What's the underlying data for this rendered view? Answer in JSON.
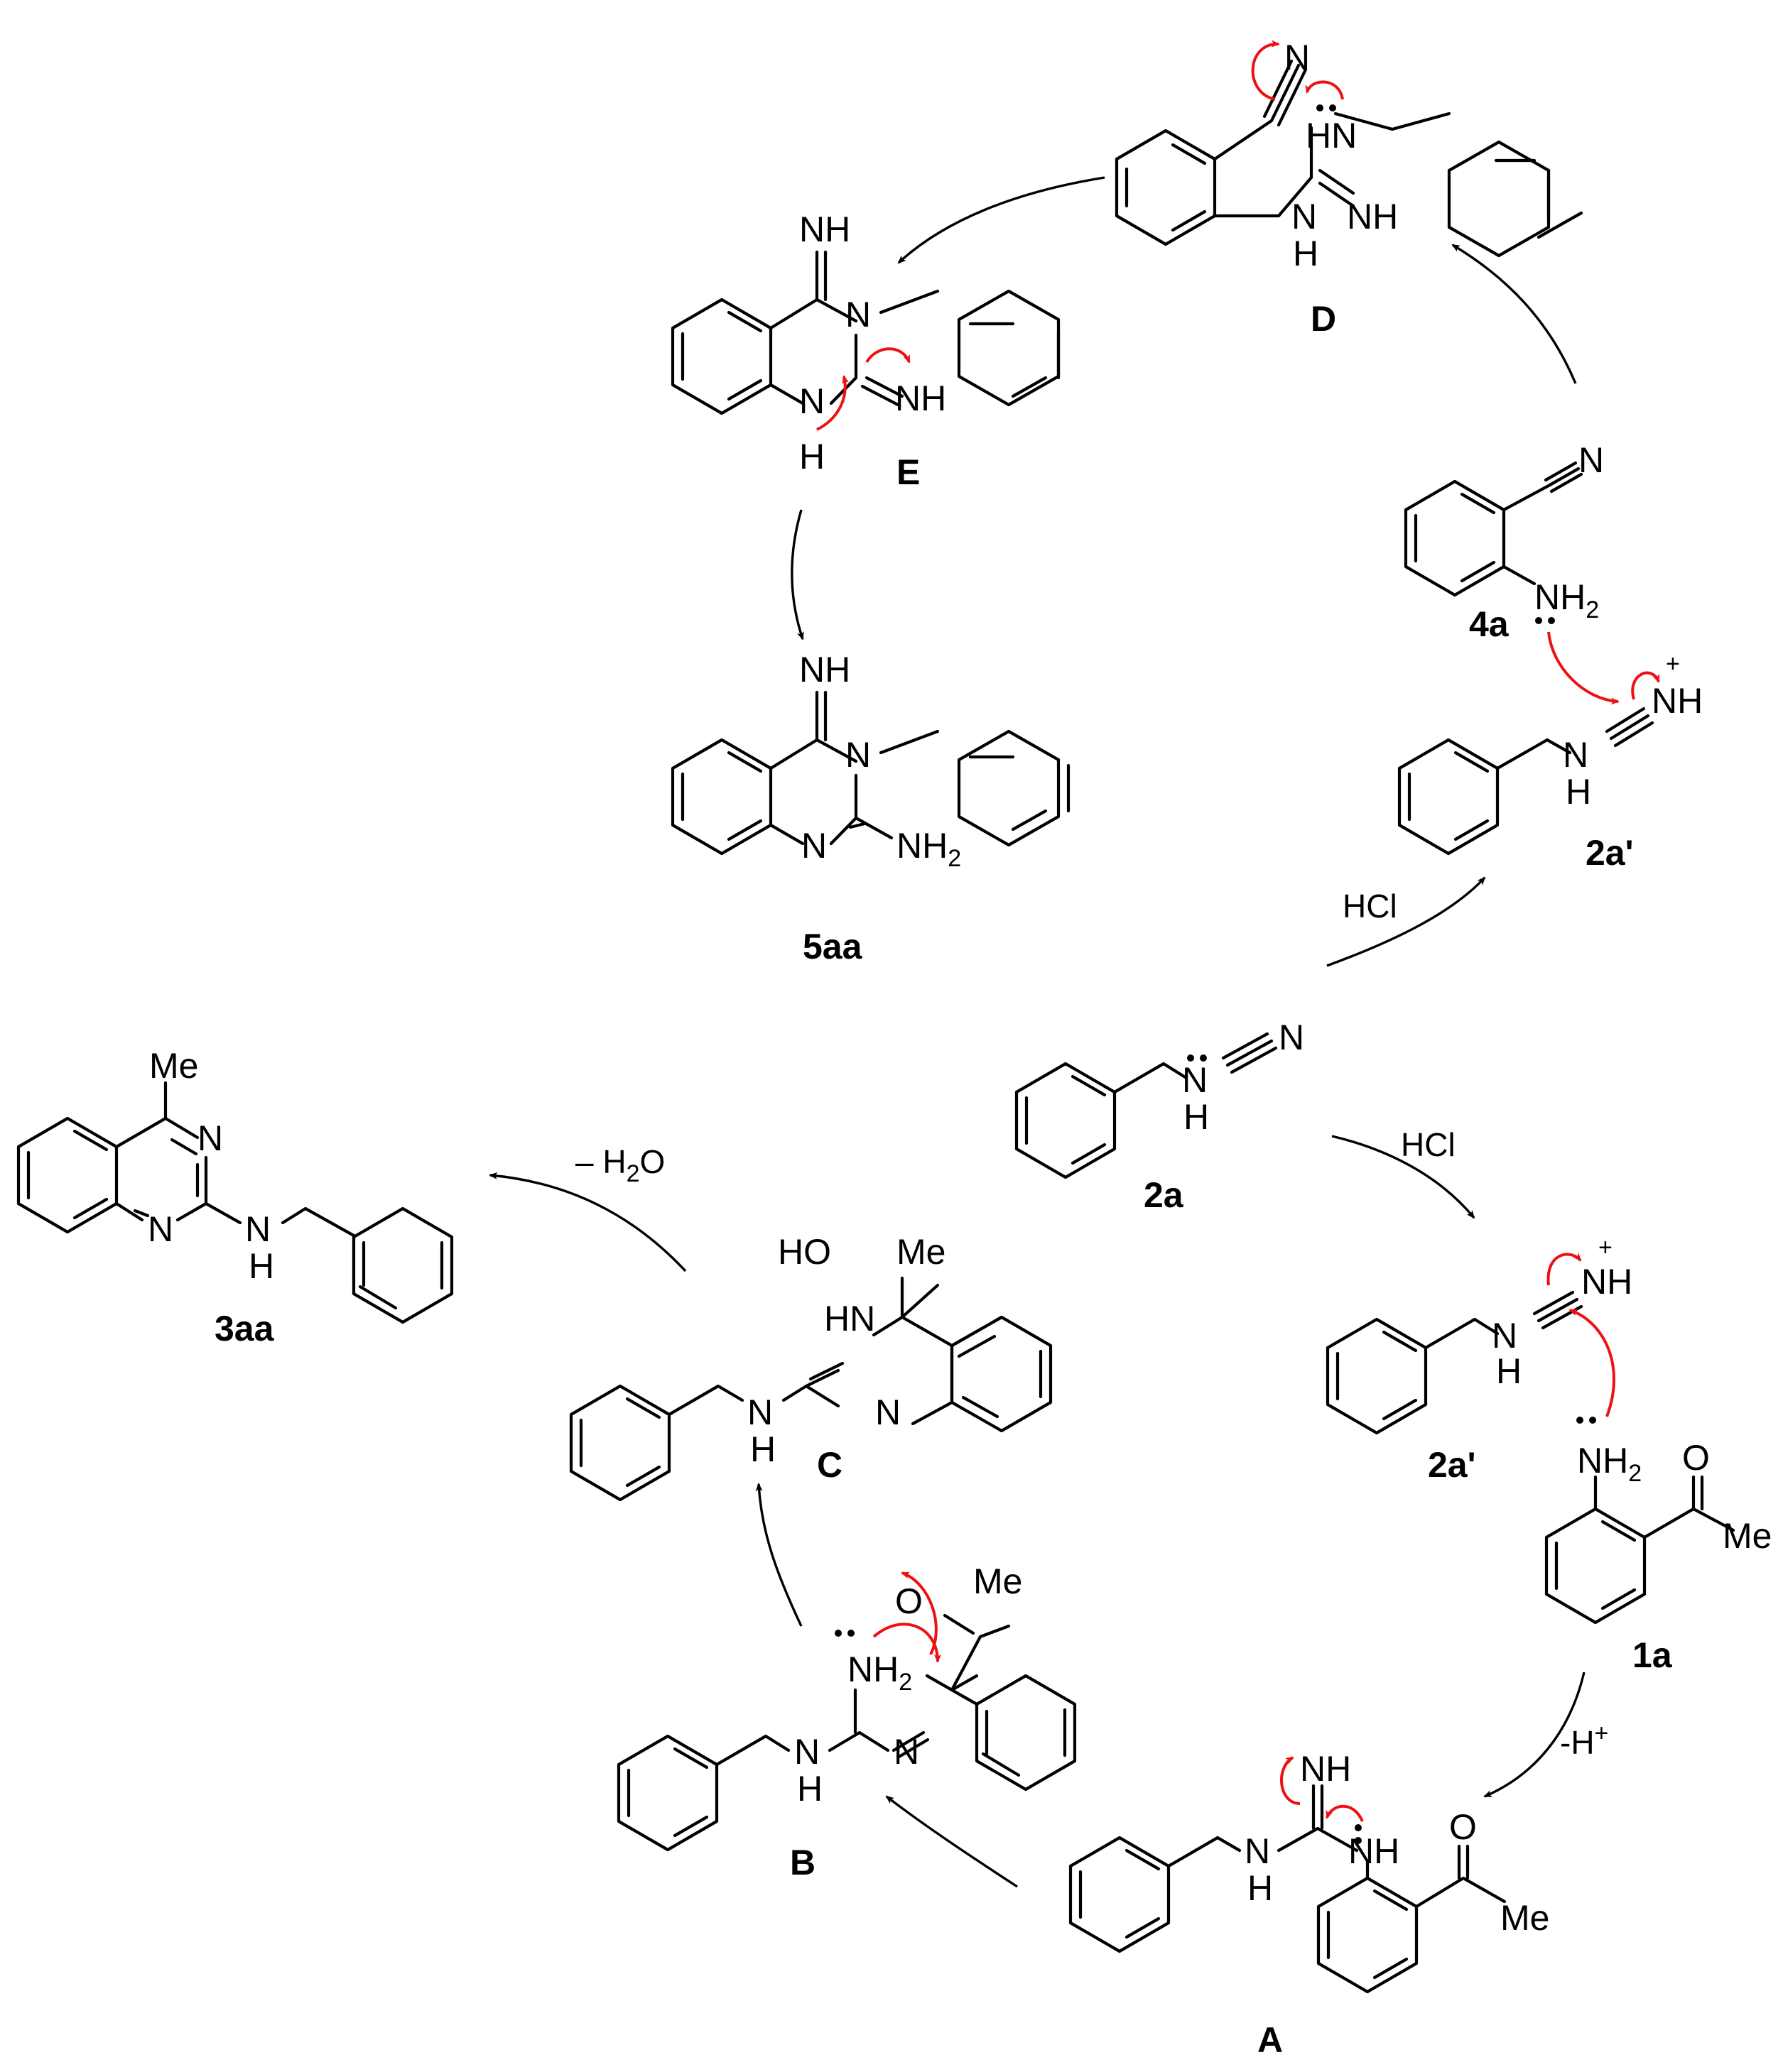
{
  "compounds": {
    "D": {
      "label": "D",
      "atoms": {
        "nitrile_N": "N",
        "NH_top": "HN",
        "NH_bottom": "N",
        "H_bottom": "H",
        "imine": "NH"
      }
    },
    "E": {
      "label": "E",
      "atoms": {
        "imine_top": "NH",
        "N3": "N",
        "N1": "N",
        "H1": "H",
        "imine_right": "NH"
      }
    },
    "5aa": {
      "label": "5aa",
      "atoms": {
        "imine_top": "NH",
        "N3": "N",
        "N1": "N",
        "amine": "NH",
        "amine_sub": "2"
      }
    },
    "4a": {
      "label": "4a",
      "atoms": {
        "nitrile_N": "N",
        "amine": "NH",
        "amine_sub": "2"
      }
    },
    "2a_prime_top": {
      "label": "2a'",
      "atoms": {
        "NH": "N",
        "H": "H",
        "iminium": "NH",
        "charge": "+"
      }
    },
    "2a": {
      "label": "2a",
      "atoms": {
        "NH": "N",
        "H": "H",
        "nitrile_N": "N"
      }
    },
    "2a_prime_bottom": {
      "label": "2a'",
      "atoms": {
        "NH": "N",
        "H": "H",
        "iminium": "NH",
        "charge": "+"
      }
    },
    "1a": {
      "label": "1a",
      "atoms": {
        "amine": "NH",
        "amine_sub": "2",
        "carbonyl_O": "O",
        "methyl": "Me"
      }
    },
    "A": {
      "label": "A",
      "atoms": {
        "imine": "NH",
        "NH_left": "N",
        "H_left": "H",
        "NH_right": "NH",
        "carbonyl_O": "O",
        "methyl": "Me"
      }
    },
    "B": {
      "label": "B",
      "atoms": {
        "amine": "NH",
        "amine_sub": "2",
        "NH_left": "N",
        "H_left": "H",
        "imine_N": "N",
        "carbonyl_O": "O",
        "methyl": "Me"
      }
    },
    "C": {
      "label": "C",
      "atoms": {
        "hydroxyl": "HO",
        "methyl": "Me",
        "HN": "HN",
        "N_ring": "N",
        "NH_left": "N",
        "H_left": "H"
      }
    },
    "3aa": {
      "label": "3aa",
      "atoms": {
        "methyl": "Me",
        "N3": "N",
        "N1": "N",
        "NH": "N",
        "H": "H"
      }
    }
  },
  "reagents": {
    "hcl_top": "HCl",
    "hcl_bottom": "HCl",
    "deprotonation": "-H",
    "deprotonation_sup": "+",
    "dehydration": "– H",
    "dehydration_sub": "2",
    "dehydration_tail": "O"
  },
  "colors": {
    "bonds": "#000000",
    "electron_arrows": "#ee1111"
  }
}
